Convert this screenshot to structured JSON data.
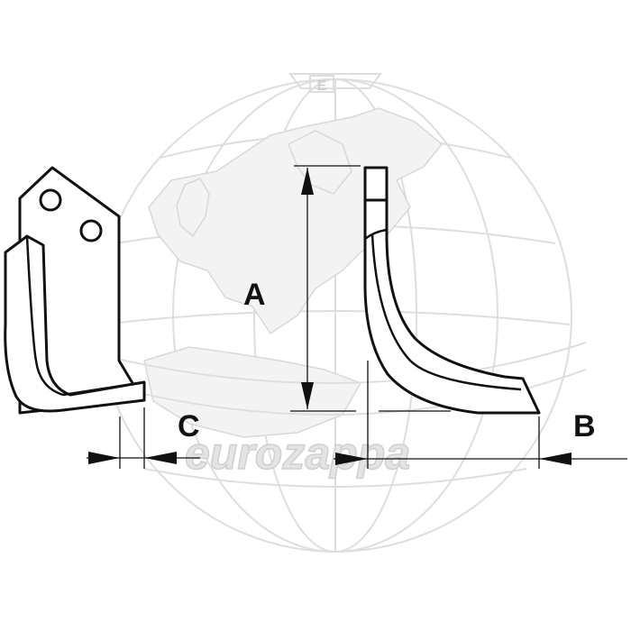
{
  "watermark": {
    "brand": "eurozappa",
    "emblem": "E"
  },
  "dimensions": {
    "a": "A",
    "b": "B",
    "c": "C"
  },
  "parts": {
    "front_view": "tiller-blade-front-view",
    "side_view": "tiller-blade-side-view"
  }
}
